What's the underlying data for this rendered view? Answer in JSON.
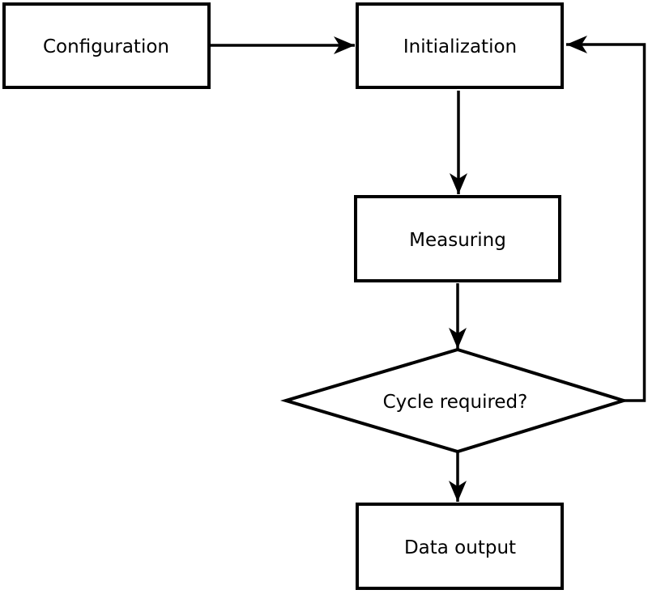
{
  "diagram": {
    "type": "flowchart",
    "background_color": "#ffffff",
    "node_fill_color": "#ffffff",
    "line_color": "#000000",
    "text_color": "#000000",
    "nodes": [
      {
        "id": "configuration",
        "label": "Configuration",
        "shape": "rectangle"
      },
      {
        "id": "initialization",
        "label": "Initialization",
        "shape": "rectangle"
      },
      {
        "id": "measuring",
        "label": "Measuring",
        "shape": "rectangle"
      },
      {
        "id": "cycle_required",
        "label": "Cycle required?",
        "shape": "diamond"
      },
      {
        "id": "data_output",
        "label": "Data output",
        "shape": "rectangle"
      }
    ],
    "edges": [
      {
        "from": "configuration",
        "to": "initialization",
        "direction": "right"
      },
      {
        "from": "initialization",
        "to": "measuring",
        "direction": "down"
      },
      {
        "from": "measuring",
        "to": "cycle_required",
        "direction": "down"
      },
      {
        "from": "cycle_required",
        "to": "data_output",
        "direction": "down"
      },
      {
        "from": "cycle_required",
        "to": "initialization",
        "direction": "right-up-loop"
      }
    ]
  }
}
